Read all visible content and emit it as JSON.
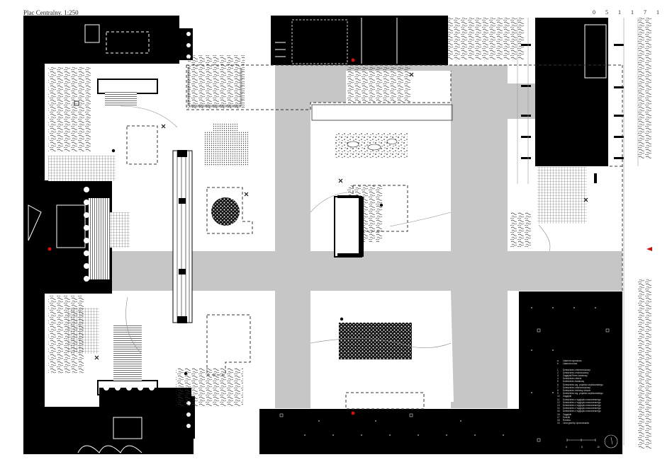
{
  "title": "Plac Centralny. 1:250",
  "scale_ticks": "0 5 1 1 7 1",
  "legend": [
    {
      "num": "a",
      "text": "Latarnia ogrodowa"
    },
    {
      "num": "b",
      "text": "Latarnia nowa"
    },
    {
      "num": "",
      "text": ""
    },
    {
      "num": "1",
      "text": "Dziedziniec zmiennościowy"
    },
    {
      "num": "2",
      "text": "Dziedziniec zróżnicowany"
    },
    {
      "num": "3",
      "text": "Zagajnik/Teren kwiatowy"
    },
    {
      "num": "4",
      "text": "Dziedziniec zieleni"
    },
    {
      "num": "5",
      "text": "Dziedziniec kwiatowy"
    },
    {
      "num": "6",
      "text": "Dziedziniec wg. projektu szybkowskiego"
    },
    {
      "num": "7",
      "text": "Dziedziniec zmiennościowy"
    },
    {
      "num": "8",
      "text": "Dziedziniec żwirowy obszar"
    },
    {
      "num": "9",
      "text": "Dziedziniec wg. projektu szybkowskiego"
    },
    {
      "num": "10",
      "text": "Zagajnik"
    },
    {
      "num": "11",
      "text": "Dziedziniec z wyglądu nowoczesnego"
    },
    {
      "num": "12",
      "text": "Dziedziniec z wyglądu nowoczesnego"
    },
    {
      "num": "13",
      "text": "Dziedziniec z wyglądu nowoczesnego"
    },
    {
      "num": "14",
      "text": "Dziedziniec z wyglądu nowoczesnego"
    },
    {
      "num": "15",
      "text": "Dziedziniec z wyglądu nowoczesnego"
    },
    {
      "num": "16",
      "text": "Zagajnik"
    },
    {
      "num": "17",
      "text": "Ścieżki"
    },
    {
      "num": "18",
      "text": "Rzeźba"
    },
    {
      "num": "19",
      "text": "Linia granicy opracowania"
    }
  ],
  "scalebar_labels": [
    "0",
    "5",
    "10"
  ],
  "colors": {
    "building": "#000000",
    "path": "#c6c6c6",
    "ground": "#ffffff",
    "marker": "#cc1111"
  }
}
